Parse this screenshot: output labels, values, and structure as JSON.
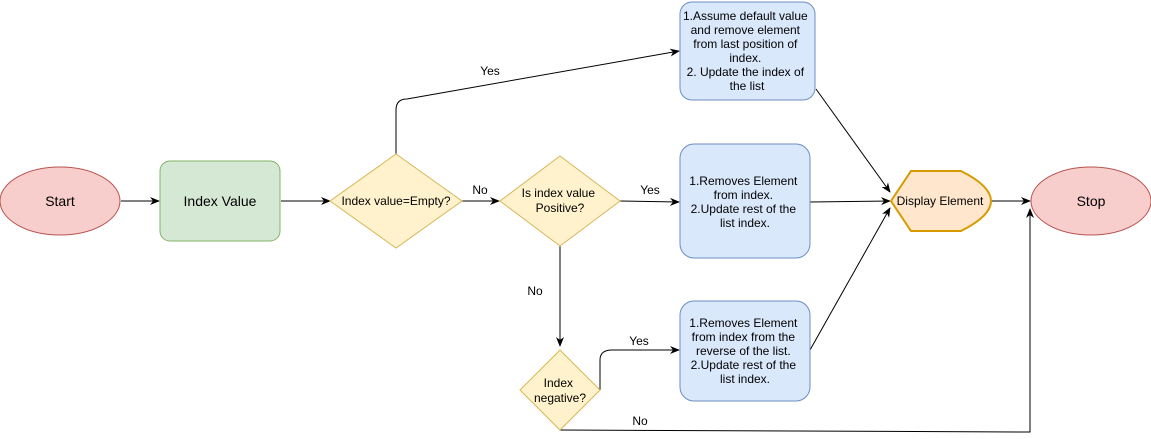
{
  "colors": {
    "terminal_fill": "#f8cecc",
    "terminal_stroke": "#b85450",
    "process_fill": "#d5e8d4",
    "process_stroke": "#82b366",
    "decision_fill": "#fff2cc",
    "decision_stroke": "#d6b656",
    "note_fill": "#dae8fc",
    "note_stroke": "#6c8ebf",
    "display_fill": "#ffe6cc",
    "display_stroke": "#d79b00",
    "edge": "#000000"
  },
  "nodes": {
    "start": "Start",
    "index_value": "Index Value",
    "empty_check": "Index value=Empty?",
    "positive_check": [
      "Is index value",
      "Positive?"
    ],
    "negative_check": [
      "Index",
      "negative?"
    ],
    "default_box": [
      "1.Assume default value",
      "and remove element",
      "from last position of",
      "index.",
      "2. Update the index of",
      "the list"
    ],
    "positive_box": [
      "1.Removes Element",
      "from index.",
      "2.Update rest of the",
      "list index."
    ],
    "negative_box": [
      "1.Removes Element",
      "from index from the",
      "reverse of the list.",
      "2.Update rest of the",
      "list index."
    ],
    "display": "Display Element",
    "stop": "Stop"
  },
  "edge_labels": {
    "empty_yes": "Yes",
    "empty_no": "No",
    "positive_yes": "Yes",
    "positive_no": "No",
    "negative_yes": "Yes",
    "negative_no": "No"
  }
}
